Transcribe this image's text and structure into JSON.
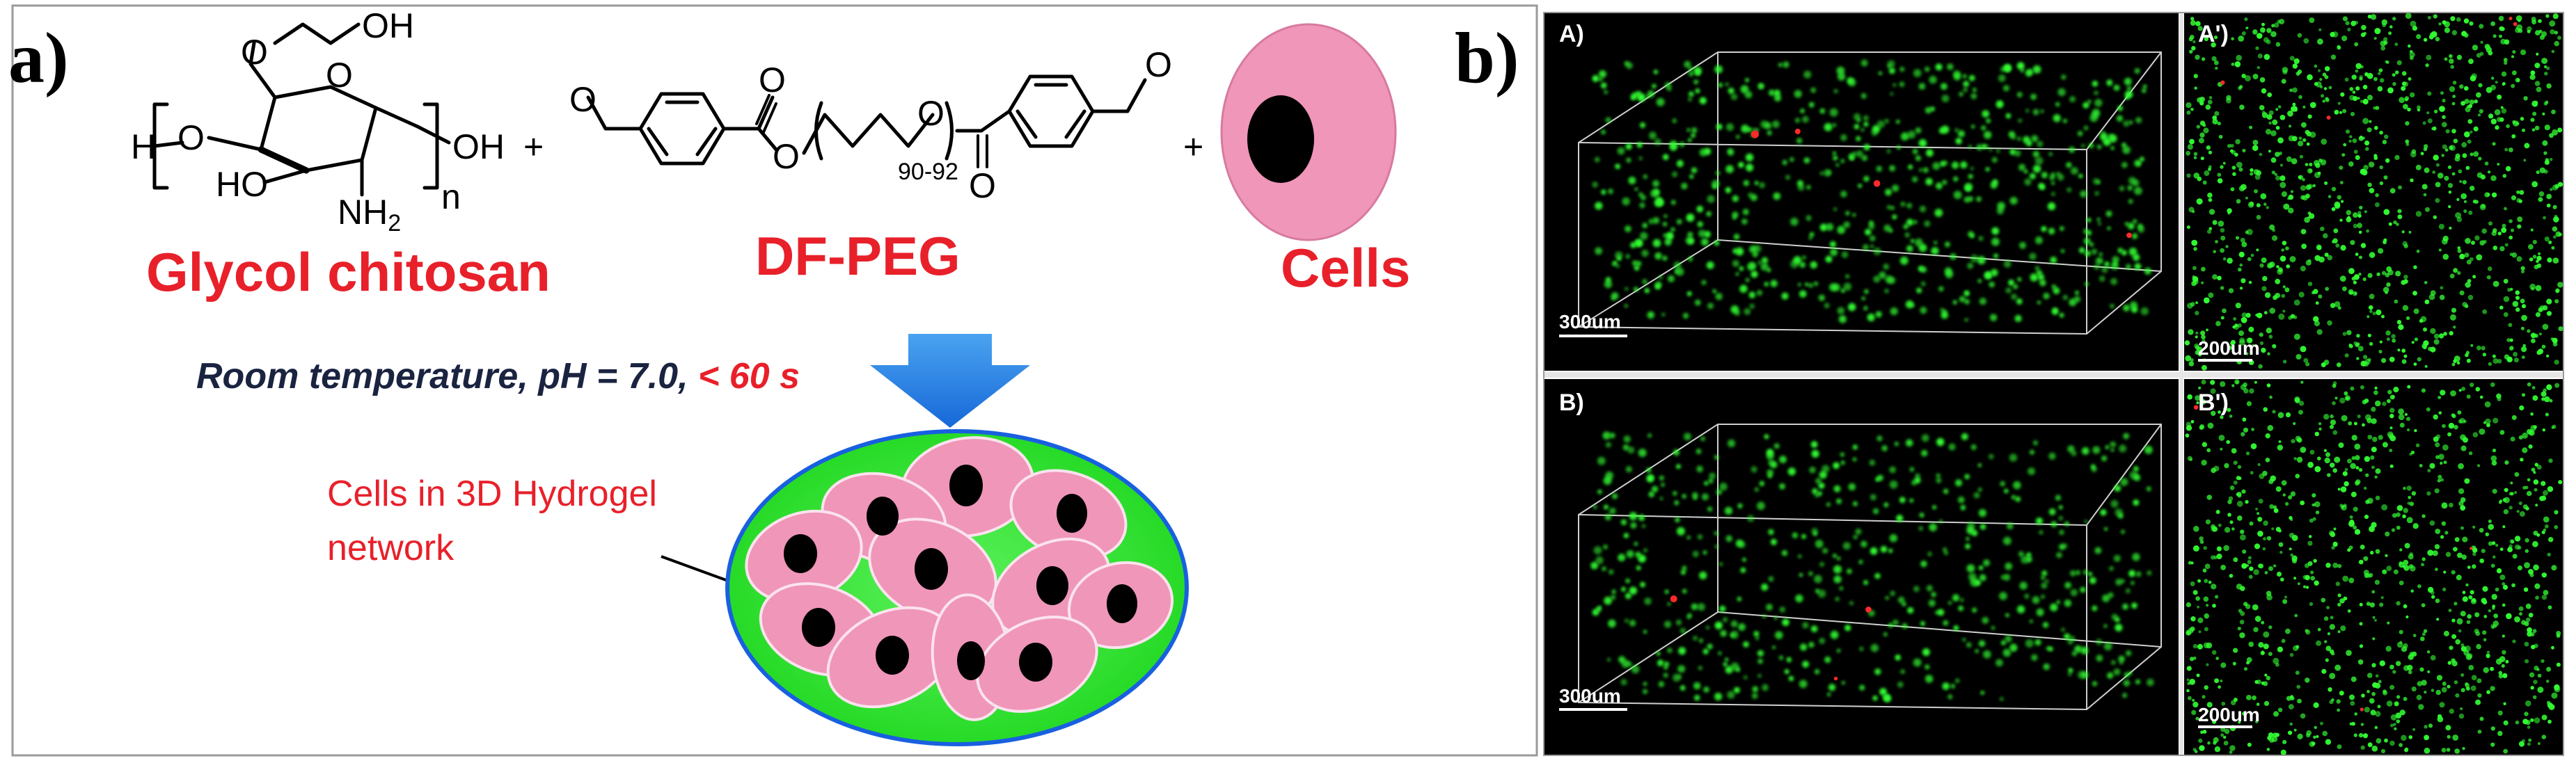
{
  "panel_a": {
    "letter": "a)",
    "reactants": {
      "chitosan_label": "Glycol chitosan",
      "peg_label": "DF-PEG",
      "cells_label": "Cells",
      "plus": "+",
      "atoms": {
        "oh_top": "OH",
        "h_left": "H",
        "o_left": "O",
        "ho": "HO",
        "o_ring": "O",
        "nh2": "NH",
        "nh2_sub": "2",
        "n": "n",
        "oh_right": "OH",
        "peg_o_ald1": "O",
        "peg_o_ester1": "O",
        "peg_o_ester2": "O",
        "peg_o_chain": "O",
        "peg_o_carb": "O",
        "peg_o_ald2": "O",
        "repeat": "90-92"
      }
    },
    "condition": {
      "main": "Room temperature, pH = 7.0, ",
      "highlight": "< 60 s",
      "main_color": "#1a2340",
      "highlight_color": "#e8202a"
    },
    "hydrogel_label_line1": "Cells in 3D Hydrogel",
    "hydrogel_label_line2": "network",
    "colors": {
      "label_red": "#e8202a",
      "arrow_blue": "#1f7ee0",
      "cell_pink": "#ef96b9",
      "gel_green": "#2de32d",
      "gel_border": "#1860e0"
    }
  },
  "panel_b": {
    "letter": "b)",
    "images": [
      {
        "label": "A)",
        "scale": "300um"
      },
      {
        "label": "A')",
        "scale": "200um"
      },
      {
        "label": "B)",
        "scale": "300um"
      },
      {
        "label": "B')",
        "scale": "200um"
      }
    ],
    "colors": {
      "live": "#33ff33",
      "dead": "#ff2a2a",
      "background": "#000000"
    }
  }
}
